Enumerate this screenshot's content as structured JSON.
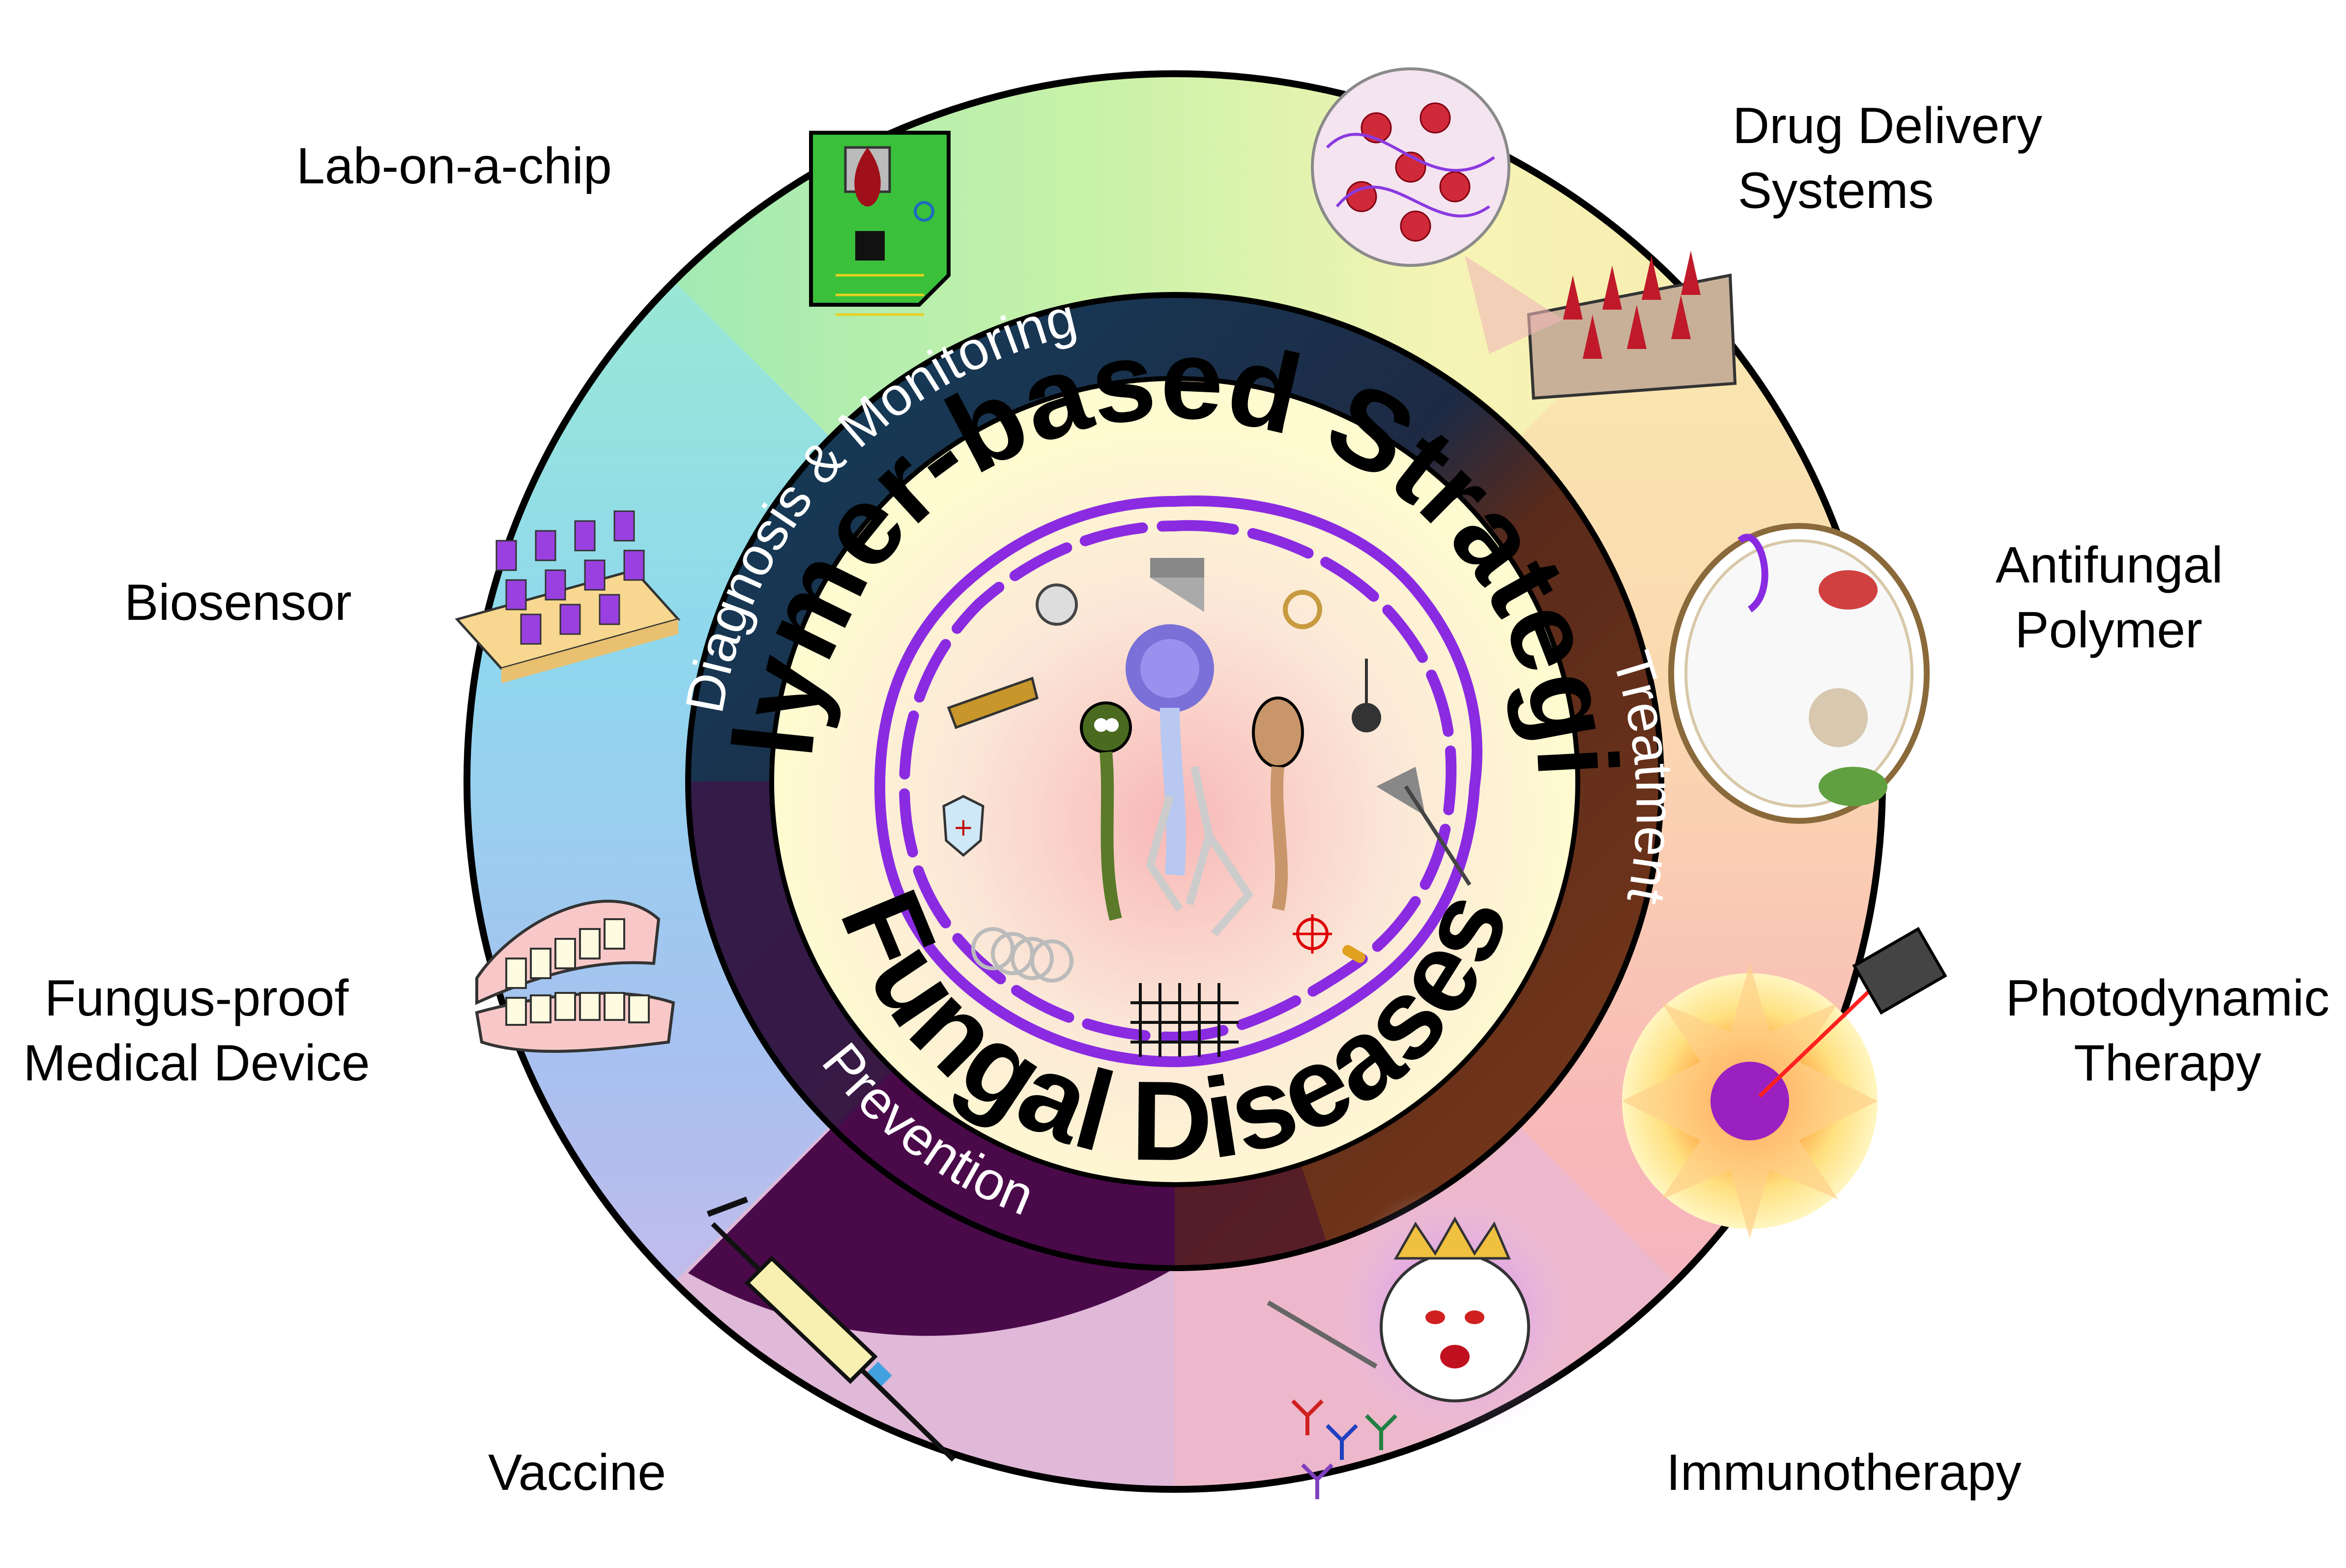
{
  "center": {
    "title_top": "Polymer-based Strategies",
    "title_bottom": "Fungal Diseases"
  },
  "ring_sections": {
    "diagnosis": "Diagnosis & Monitoring",
    "treatment": "Treatment",
    "prevention": "Prevention"
  },
  "outer_labels": {
    "lab_on_chip": "Lab-on-a-chip",
    "drug_delivery_1": "Drug Delivery",
    "drug_delivery_2": "Systems",
    "biosensor": "Biosensor",
    "antifungal_1": "Antifungal",
    "antifungal_2": "Polymer",
    "fungus_proof_1": "Fungus-proof",
    "fungus_proof_2": "Medical Device",
    "photodynamic_1": "Photodynamic",
    "photodynamic_2": "Therapy",
    "vaccine": "Vaccine",
    "immunotherapy": "Immunotherapy"
  },
  "colors": {
    "diagnosis_ring": "#173a5c",
    "treatment_ring": "#7a3a1a",
    "prevention_ring": "#4a0a4a",
    "polymer_chain": "#8a2be2",
    "outer_green": "#9ef0b0",
    "outer_yellow": "#f6f3b0",
    "outer_blue": "#8fd0f0",
    "outer_pink": "#f4a8b8"
  }
}
